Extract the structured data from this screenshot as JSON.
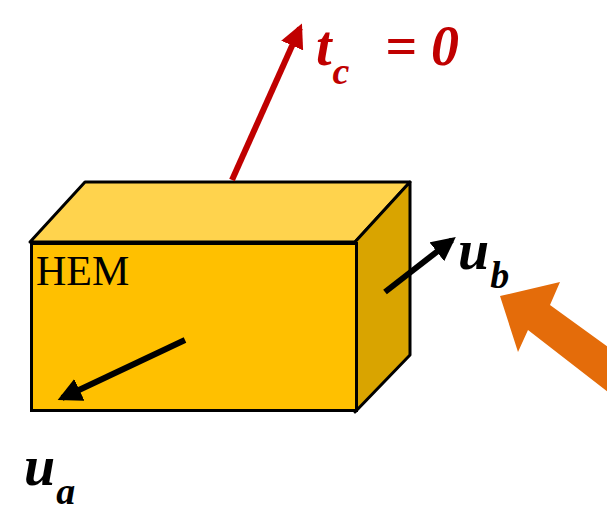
{
  "diagram": {
    "nodes": [
      {
        "text": [
          "HEM"
        ]
      }
    ],
    "labels": [
      "t",
      "c",
      "= 0",
      "u",
      "b",
      "u",
      "a"
    ]
  }
}
